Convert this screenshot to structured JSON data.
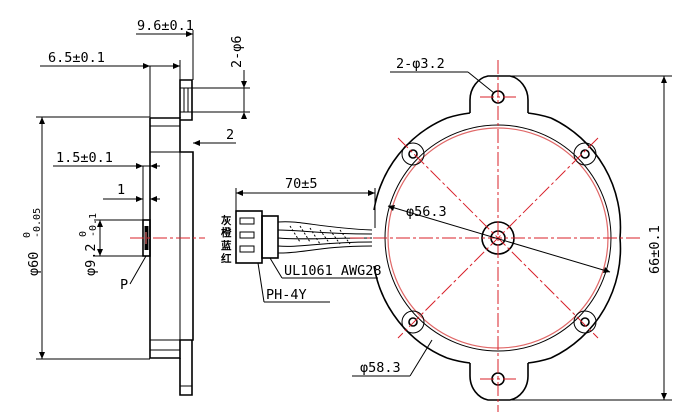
{
  "drawing": {
    "side_view": {
      "dim_flange_thickness": "9.6±0.1",
      "dim_tab_holes": "2-φ6",
      "dim_body_depth": "6.5±0.1",
      "dim_step": "2",
      "dim_hub_offset": "1.5±0.1",
      "dim_hub_height": "1",
      "dim_overall_dia": "φ60",
      "dim_overall_dia_upper": "0",
      "dim_overall_dia_lower": "-0.05",
      "dim_shaft_dia": "φ9.2",
      "dim_shaft_upper": "0",
      "dim_shaft_lower": "-0.1",
      "label_p": "P"
    },
    "cable": {
      "dim_length": "70±5",
      "wire_colors": [
        "灰",
        "橙",
        "蓝",
        "红"
      ],
      "wire_spec": "UL1061 AWG28",
      "connector": "PH-4Y"
    },
    "front_view": {
      "dim_mount_holes": "2-φ3.2",
      "dim_inner_dia": "φ56.3",
      "dim_outer_dia": "φ58.3",
      "dim_height": "66±0.1"
    }
  }
}
